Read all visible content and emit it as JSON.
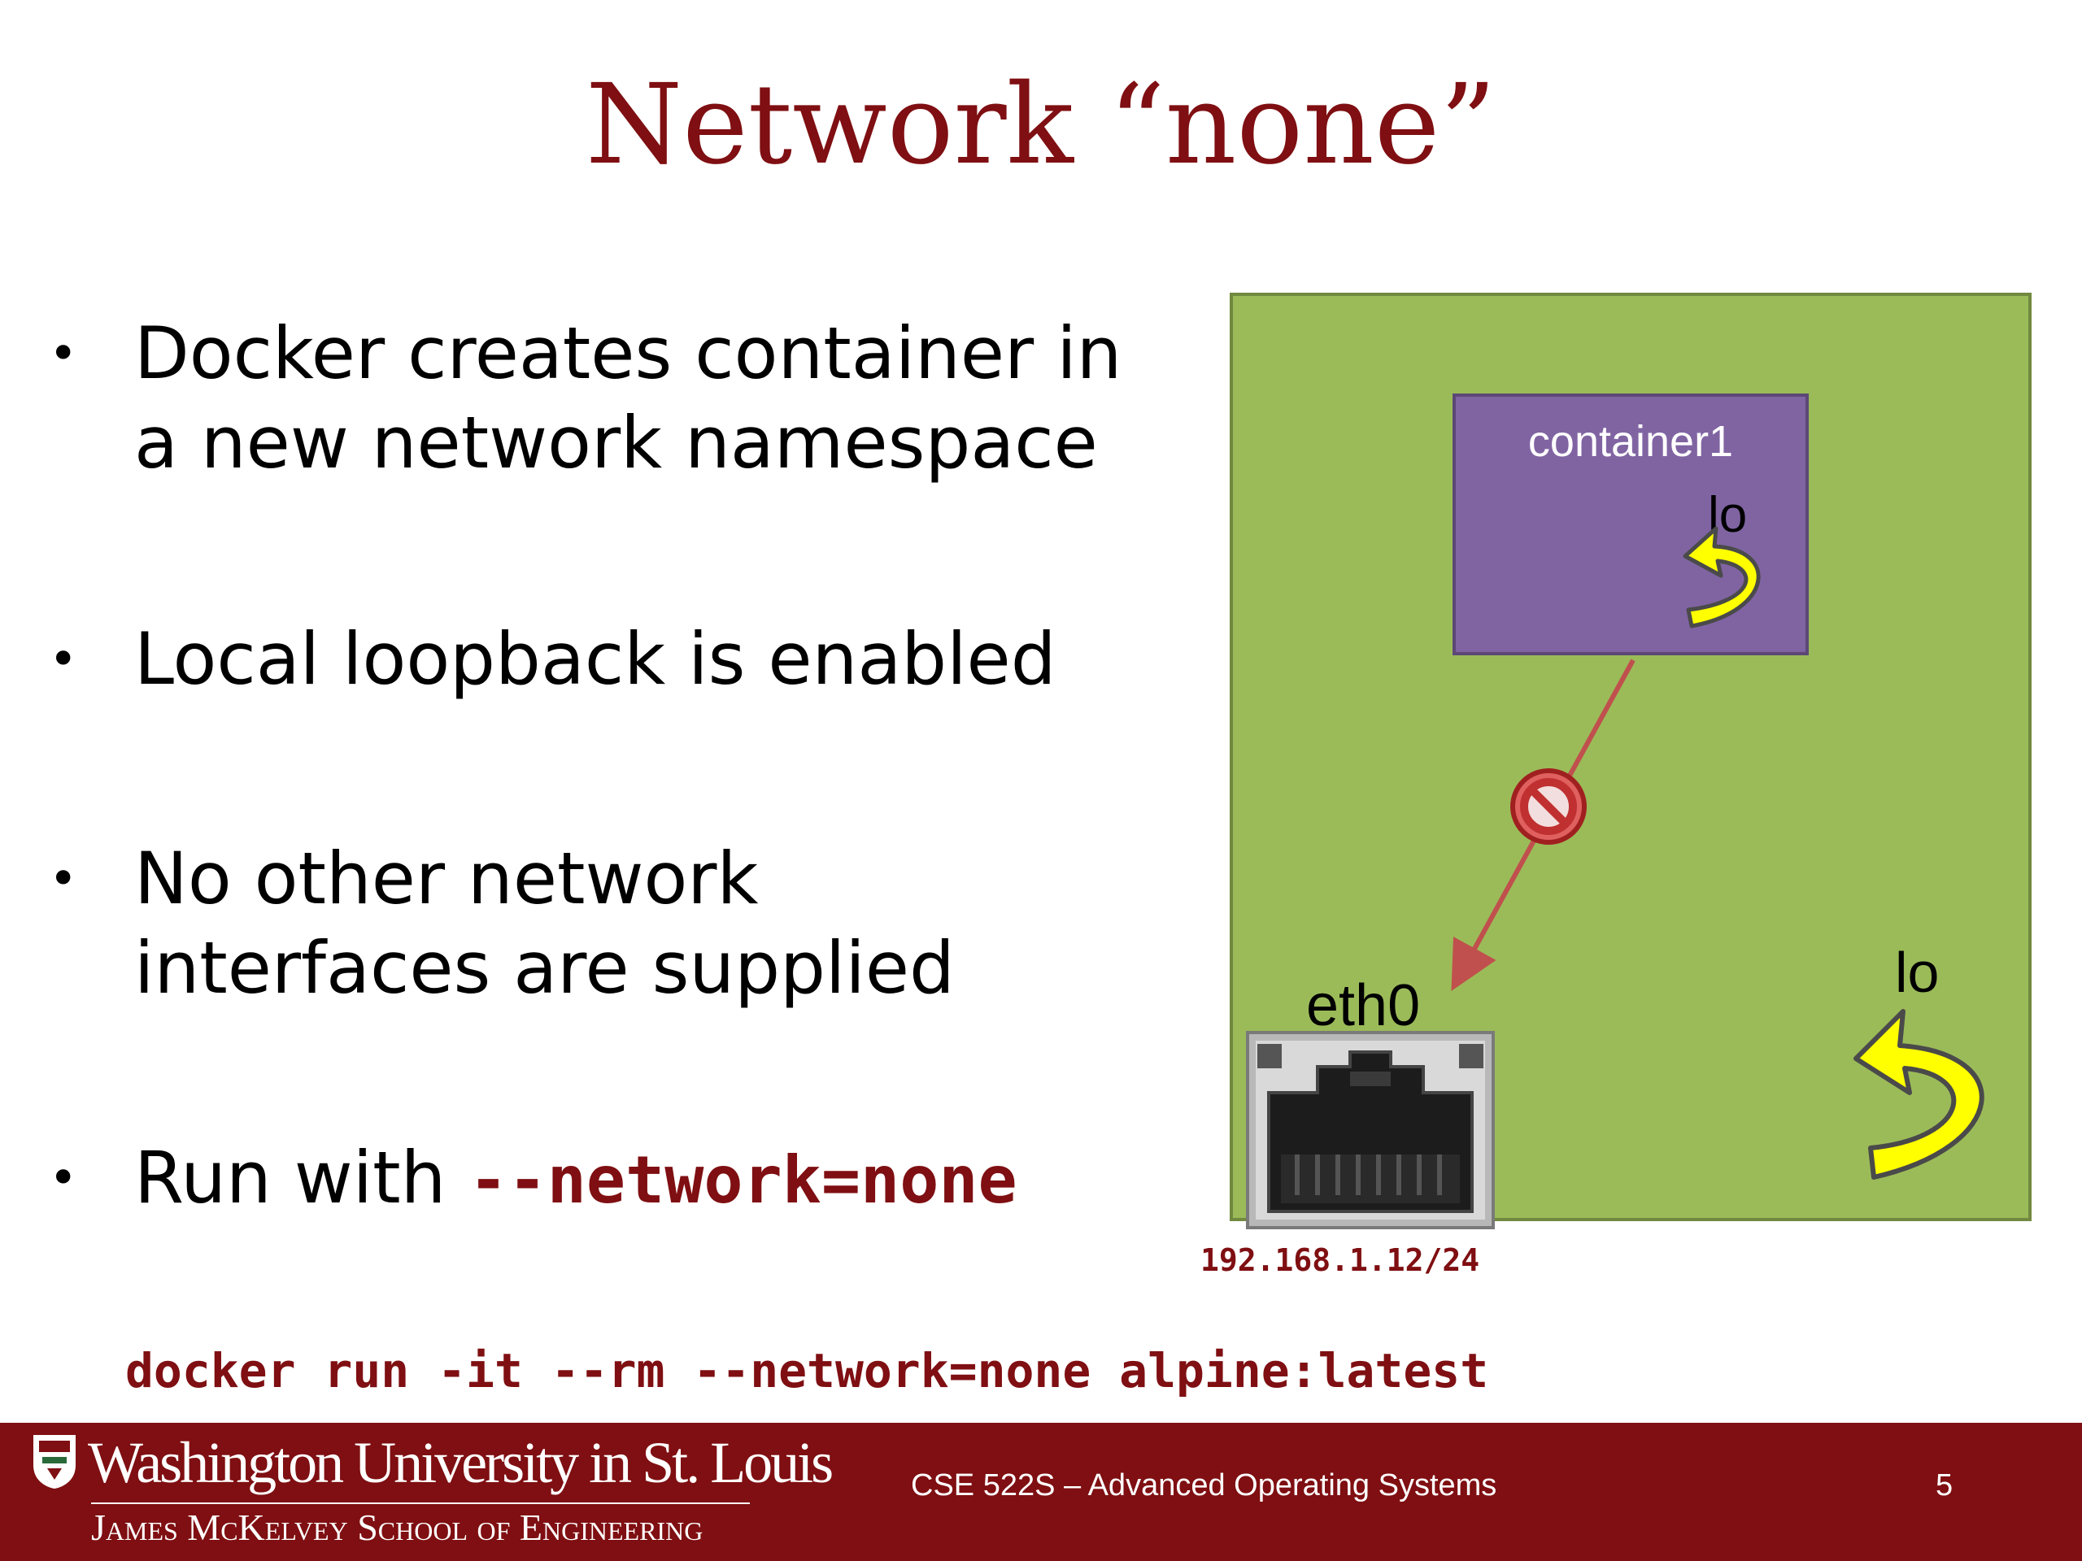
{
  "slide": {
    "title": "Network “none”",
    "page_number": "5"
  },
  "bullets": [
    {
      "line1": "Docker creates container in",
      "line2": "a new network namespace"
    },
    {
      "line1": "Local loopback is enabled"
    },
    {
      "line1": "No other network",
      "line2": "interfaces are supplied"
    },
    {
      "prefix": "Run with ",
      "code": "--network=none"
    }
  ],
  "diagram": {
    "container_label": "container1",
    "container_loopback_label": "lo",
    "host_loopback_label": "lo",
    "interface_label": "eth0",
    "interface_ip": "192.168.1.12/24",
    "icons": [
      "loopback-arrow-icon",
      "no-entry-icon",
      "ethernet-port-icon"
    ],
    "colors": {
      "namespace_fill": "#9bbb59",
      "container_fill": "#8064a2",
      "blocked_link": "#c0504d",
      "loopback_arrow": "#ffff00"
    }
  },
  "command": "docker run -it --rm --network=none alpine:latest",
  "footer": {
    "university": "Washington University in St. Louis",
    "school": "James McKelvey School of Engineering",
    "course": "CSE 522S – Advanced Operating Systems"
  },
  "colors": {
    "accent": "#7f0f12"
  }
}
